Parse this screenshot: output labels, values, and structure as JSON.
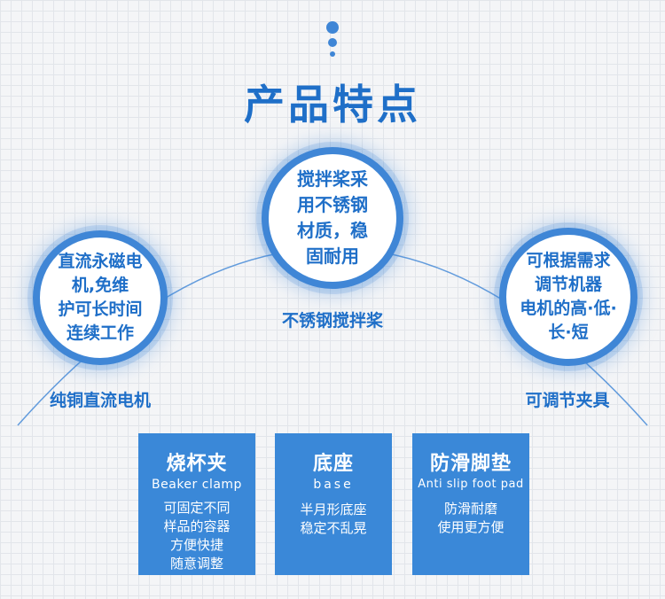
{
  "title": "产品特点",
  "features": [
    {
      "text": "直流永磁电\n机,免维\n护可长时间\n连续工作",
      "caption": "纯铜直流电机"
    },
    {
      "text": "搅拌桨采\n用不锈钢\n材质，稳\n固耐用",
      "caption": "不锈钢搅拌桨"
    },
    {
      "text": "可根据需求\n调节机器\n电机的高·低·\n长·短",
      "caption": "可调节夹具"
    }
  ],
  "cards": [
    {
      "title": "烧杯夹",
      "subtitle": "Beaker clamp",
      "body": "可固定不同\n样品的容器\n方便快捷\n随意调整"
    },
    {
      "title": "底座",
      "subtitle": "base",
      "body": "半月形底座\n稳定不乱晃"
    },
    {
      "title": "防滑脚垫",
      "subtitle": "Anti slip foot pad",
      "body": "防滑耐磨\n使用更方便"
    }
  ],
  "colors": {
    "accent": "#3f86d6",
    "card": "#3a88d8",
    "text": "#1f6fc8"
  }
}
